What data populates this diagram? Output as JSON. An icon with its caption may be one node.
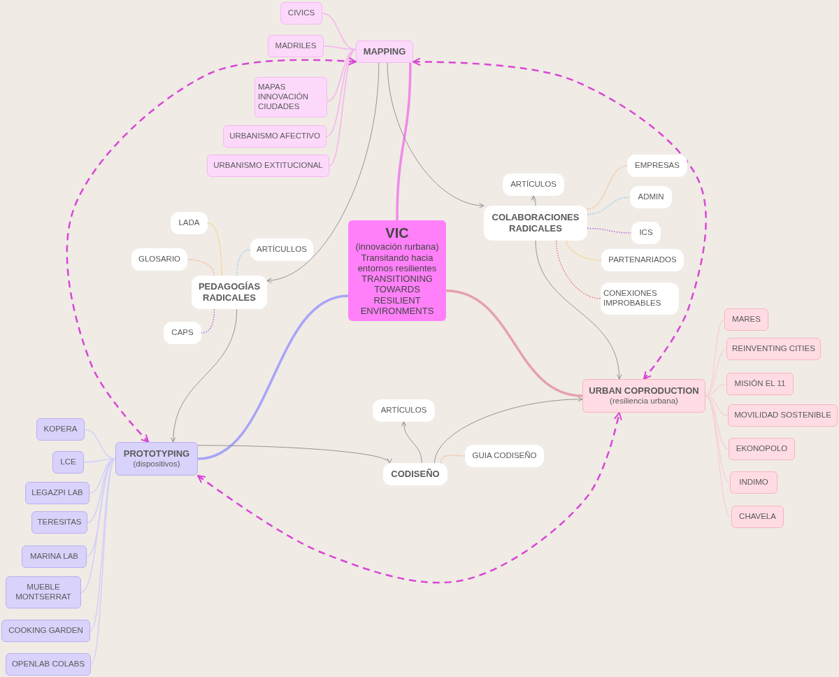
{
  "diagram": {
    "nodes": [
      {
        "text": [
          "VIC",
          "(innovación rurbana) Transitando hacia entornos resilientes TRANSITIONING TOWARDS RESILIENT ENVIRONMENTS"
        ]
      },
      {
        "text": [
          "MAPPING"
        ]
      },
      {
        "text": [
          "CIVICS"
        ]
      },
      {
        "text": [
          "MADRILES"
        ]
      },
      {
        "text": [
          "MAPAS INNOVACIÓN CIUDADES"
        ]
      },
      {
        "text": [
          "URBANISMO AFECTIVO"
        ]
      },
      {
        "text": [
          "URBANISMO EXTITUCIONAL"
        ]
      },
      {
        "text": [
          "COLABORACIONES RADICALES"
        ]
      },
      {
        "text": [
          "ARTÍCULOS"
        ]
      },
      {
        "text": [
          "EMPRESAS"
        ]
      },
      {
        "text": [
          "ADMIN"
        ]
      },
      {
        "text": [
          "ICS"
        ]
      },
      {
        "text": [
          "PARTENARIADOS"
        ]
      },
      {
        "text": [
          "CONEXIONES IMPROBABLES"
        ]
      },
      {
        "text": [
          "PEDAGOGÍAS RADICALES"
        ]
      },
      {
        "text": [
          "LADA"
        ]
      },
      {
        "text": [
          "GLOSARIO"
        ]
      },
      {
        "text": [
          "ARTÍCULLOS"
        ]
      },
      {
        "text": [
          "CAPS"
        ]
      },
      {
        "text": [
          "URBAN COPRODUCTION",
          "(resiliencia urbana)"
        ]
      },
      {
        "text": [
          "MARES"
        ]
      },
      {
        "text": [
          "REINVENTING CITIES"
        ]
      },
      {
        "text": [
          "MISIÓN EL 11"
        ]
      },
      {
        "text": [
          "MOVILIDAD SOSTENIBLE"
        ]
      },
      {
        "text": [
          "EKONOPOLO"
        ]
      },
      {
        "text": [
          "INDIMO"
        ]
      },
      {
        "text": [
          "CHAVELA"
        ]
      },
      {
        "text": [
          "PROTOTYPING",
          "(dispositivos)"
        ]
      },
      {
        "text": [
          "KOPERA"
        ]
      },
      {
        "text": [
          "LCE"
        ]
      },
      {
        "text": [
          "LEGAZPI LAB"
        ]
      },
      {
        "text": [
          "TERESITAS"
        ]
      },
      {
        "text": [
          "MARINA LAB"
        ]
      },
      {
        "text": [
          "MUEBLE MONTSERRAT"
        ]
      },
      {
        "text": [
          "COOKING GARDEN"
        ]
      },
      {
        "text": [
          "OPENLAB COLABS"
        ]
      },
      {
        "text": [
          "CODISEÑO"
        ]
      },
      {
        "text": [
          "ARTÍCULOS"
        ]
      },
      {
        "text": [
          "GUIA CODISEÑO"
        ]
      }
    ],
    "edges": [
      {
        "from": 0,
        "to": 1,
        "arrow": "none",
        "style": "thick",
        "color": "#f08ae8"
      },
      {
        "from": 0,
        "to": 27,
        "arrow": "none",
        "style": "thick",
        "color": "#a9a4f7"
      },
      {
        "from": 0,
        "to": 19,
        "arrow": "none",
        "style": "thick",
        "color": "#e6a0ad"
      },
      {
        "from": 1,
        "to": 2,
        "arrow": "none",
        "color": "#f6b3ef"
      },
      {
        "from": 1,
        "to": 3,
        "arrow": "none",
        "color": "#f6b3ef"
      },
      {
        "from": 1,
        "to": 4,
        "arrow": "none",
        "color": "#f6b3ef"
      },
      {
        "from": 1,
        "to": 5,
        "arrow": "none",
        "color": "#f6b3ef"
      },
      {
        "from": 1,
        "to": 6,
        "arrow": "none",
        "color": "#f6b3ef"
      },
      {
        "from": 1,
        "to": 7,
        "arrow": "to"
      },
      {
        "from": 1,
        "to": 14,
        "arrow": "to"
      },
      {
        "from": 7,
        "to": 8,
        "arrow": "to"
      },
      {
        "from": 7,
        "to": 9,
        "arrow": "none",
        "style": "dashed",
        "color": "#f5a36b"
      },
      {
        "from": 7,
        "to": 10,
        "arrow": "none",
        "style": "dashed",
        "color": "#7ec3ea"
      },
      {
        "from": 7,
        "to": 11,
        "arrow": "none",
        "style": "dashed",
        "color": "#b050c8"
      },
      {
        "from": 7,
        "to": 12,
        "arrow": "none",
        "style": "dashed",
        "color": "#f5c542"
      },
      {
        "from": 7,
        "to": 13,
        "arrow": "none",
        "style": "dashed",
        "color": "#f06060"
      },
      {
        "from": 7,
        "to": 19,
        "arrow": "to"
      },
      {
        "from": 14,
        "to": 15,
        "arrow": "none",
        "style": "dashed",
        "color": "#f5c542"
      },
      {
        "from": 14,
        "to": 16,
        "arrow": "none",
        "style": "dashed",
        "color": "#f5a36b"
      },
      {
        "from": 14,
        "to": 17,
        "arrow": "none",
        "style": "dashed",
        "color": "#7ec3ea"
      },
      {
        "from": 14,
        "to": 18,
        "arrow": "none",
        "style": "dashed",
        "color": "#b050c8"
      },
      {
        "from": 14,
        "to": 27,
        "arrow": "to"
      },
      {
        "from": 27,
        "to": 36,
        "arrow": "to"
      },
      {
        "from": 36,
        "to": 37,
        "arrow": "to"
      },
      {
        "from": 36,
        "to": 38,
        "arrow": "none",
        "style": "dashed",
        "color": "#f5a36b"
      },
      {
        "from": 36,
        "to": 19,
        "arrow": "to"
      },
      {
        "from": 19,
        "to": 20,
        "arrow": "none",
        "color": "#f6d2da"
      },
      {
        "from": 19,
        "to": 21,
        "arrow": "none",
        "color": "#f6d2da"
      },
      {
        "from": 19,
        "to": 22,
        "arrow": "none",
        "color": "#f6d2da"
      },
      {
        "from": 19,
        "to": 23,
        "arrow": "none",
        "color": "#f6d2da"
      },
      {
        "from": 19,
        "to": 24,
        "arrow": "none",
        "color": "#f6d2da"
      },
      {
        "from": 19,
        "to": 25,
        "arrow": "none",
        "color": "#f6d2da"
      },
      {
        "from": 19,
        "to": 26,
        "arrow": "none",
        "color": "#f6d2da"
      },
      {
        "from": 27,
        "to": 28,
        "arrow": "none",
        "color": "#d4cff8"
      },
      {
        "from": 27,
        "to": 29,
        "arrow": "none",
        "color": "#d4cff8"
      },
      {
        "from": 27,
        "to": 30,
        "arrow": "none",
        "color": "#d4cff8"
      },
      {
        "from": 27,
        "to": 31,
        "arrow": "none",
        "color": "#d4cff8"
      },
      {
        "from": 27,
        "to": 32,
        "arrow": "none",
        "color": "#d4cff8"
      },
      {
        "from": 27,
        "to": 33,
        "arrow": "none",
        "color": "#d4cff8"
      },
      {
        "from": 27,
        "to": 34,
        "arrow": "none",
        "color": "#d4cff8"
      },
      {
        "from": 27,
        "to": 35,
        "arrow": "none",
        "color": "#d4cff8"
      },
      {
        "from": 1,
        "to": 27,
        "arrow": "both",
        "style": "dashed",
        "color": "#d946d6"
      },
      {
        "from": 1,
        "to": 19,
        "arrow": "both",
        "style": "dashed",
        "color": "#d946d6"
      },
      {
        "from": 27,
        "to": 19,
        "arrow": "both",
        "style": "dashed",
        "color": "#d946d6"
      }
    ]
  }
}
